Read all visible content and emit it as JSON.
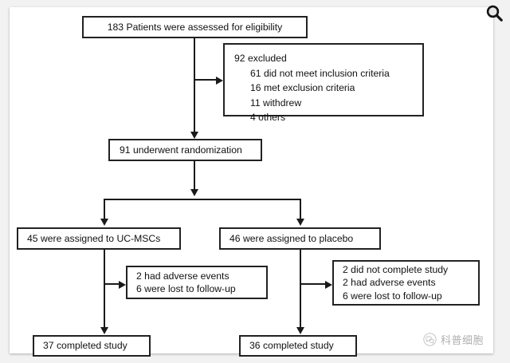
{
  "figure": {
    "type": "consort-flow-diagram",
    "title": "CONSORT participant flow diagram"
  },
  "nodes": {
    "eligibility": {
      "label": "183 Patients were assessed for eligibility",
      "count": 183
    },
    "excluded": {
      "heading": "92 excluded",
      "count": 92,
      "reasons": [
        {
          "label": "61 did not meet inclusion criteria",
          "count": 61
        },
        {
          "label": "16 met exclusion criteria",
          "count": 16
        },
        {
          "label": "11 withdrew",
          "count": 11
        },
        {
          "label": "4 others",
          "count": 4
        }
      ]
    },
    "randomization": {
      "label": "91 underwent  randomization",
      "count": 91
    },
    "allocation_left": {
      "label": "45 were assigned to UC-MSCs",
      "count": 45,
      "arm": "UC-MSCs"
    },
    "allocation_right": {
      "label": "46 were assigned to placebo",
      "count": 46,
      "arm": "placebo"
    },
    "followup_left": {
      "lines": [
        {
          "label": "2 had adverse events",
          "count": 2
        },
        {
          "label": "6 were lost to follow-up",
          "count": 6
        }
      ]
    },
    "followup_right": {
      "lines": [
        {
          "label": "2 did not complete study",
          "count": 2
        },
        {
          "label": "2 had adverse events",
          "count": 2
        },
        {
          "label": "6 were lost to follow-up",
          "count": 6
        }
      ]
    },
    "completed_left": {
      "label": "37 completed study",
      "count": 37
    },
    "completed_right": {
      "label": "36 completed study",
      "count": 36
    }
  },
  "overlay": {
    "search_icon": "search-icon",
    "watermark": {
      "logo": "wechat-logo",
      "text": "科普细胞"
    }
  },
  "colors": {
    "line": "#1a1a1a",
    "box_border": "#222222",
    "text": "#111111",
    "panel_background": "#ffffff",
    "page_background": "#f2f2f2",
    "watermark_text": "#6f6f6f"
  }
}
